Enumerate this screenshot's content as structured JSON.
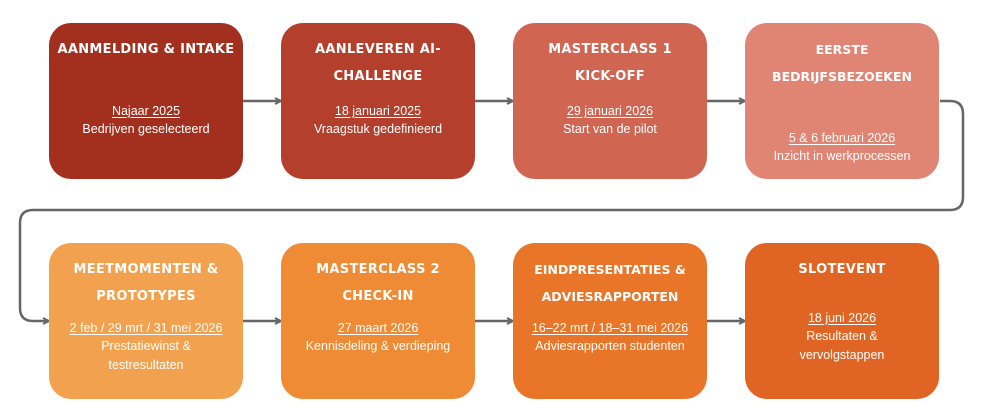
{
  "steps": [
    {
      "title": "AANMELDING & INTAKE",
      "date": "Najaar 2025",
      "desc": "Bedrijven geselecteerd",
      "color": "#a3301f"
    },
    {
      "title": "AANLEVEREN AI-\nCHALLENGE",
      "date": "18 januari 2025",
      "desc": "Vraagstuk gedefinieerd",
      "color": "#b43f2c"
    },
    {
      "title": "MASTERCLASS 1\nKICK-OFF",
      "date": "29 januari 2026",
      "desc": "Start van de pilot",
      "color": "#d06552"
    },
    {
      "title": "EERSTE BEDRIJFSBEZOEKEN",
      "date": "5 & 6 februari 2026",
      "desc": "Inzicht in werkprocessen",
      "color": "#e08474"
    },
    {
      "title": "MEETMOMENTEN &\nPROTOTYPES",
      "date": "2 feb / 29 mrt / 31 mei 2026",
      "desc": "Prestatiewinst &\ntestresultaten",
      "color": "#f2a24e"
    },
    {
      "title": "MASTERCLASS 2\nCHECK-IN",
      "date": "27 maart 2026",
      "desc": "Kennisdeling & verdieping",
      "color": "#ef8a35"
    },
    {
      "title": "EINDPRESENTATIES &\nADVIESRAPPORTEN",
      "date": "16–22 mrt / 18–31 mei 2026",
      "desc": "Adviesrapporten studenten",
      "color": "#e97628"
    },
    {
      "title": "SLOTEVENT",
      "date": "18 juni 2026",
      "desc": "Resultaten &\nvervolgstappen",
      "color": "#e06524"
    }
  ],
  "connector_color": "#666666"
}
